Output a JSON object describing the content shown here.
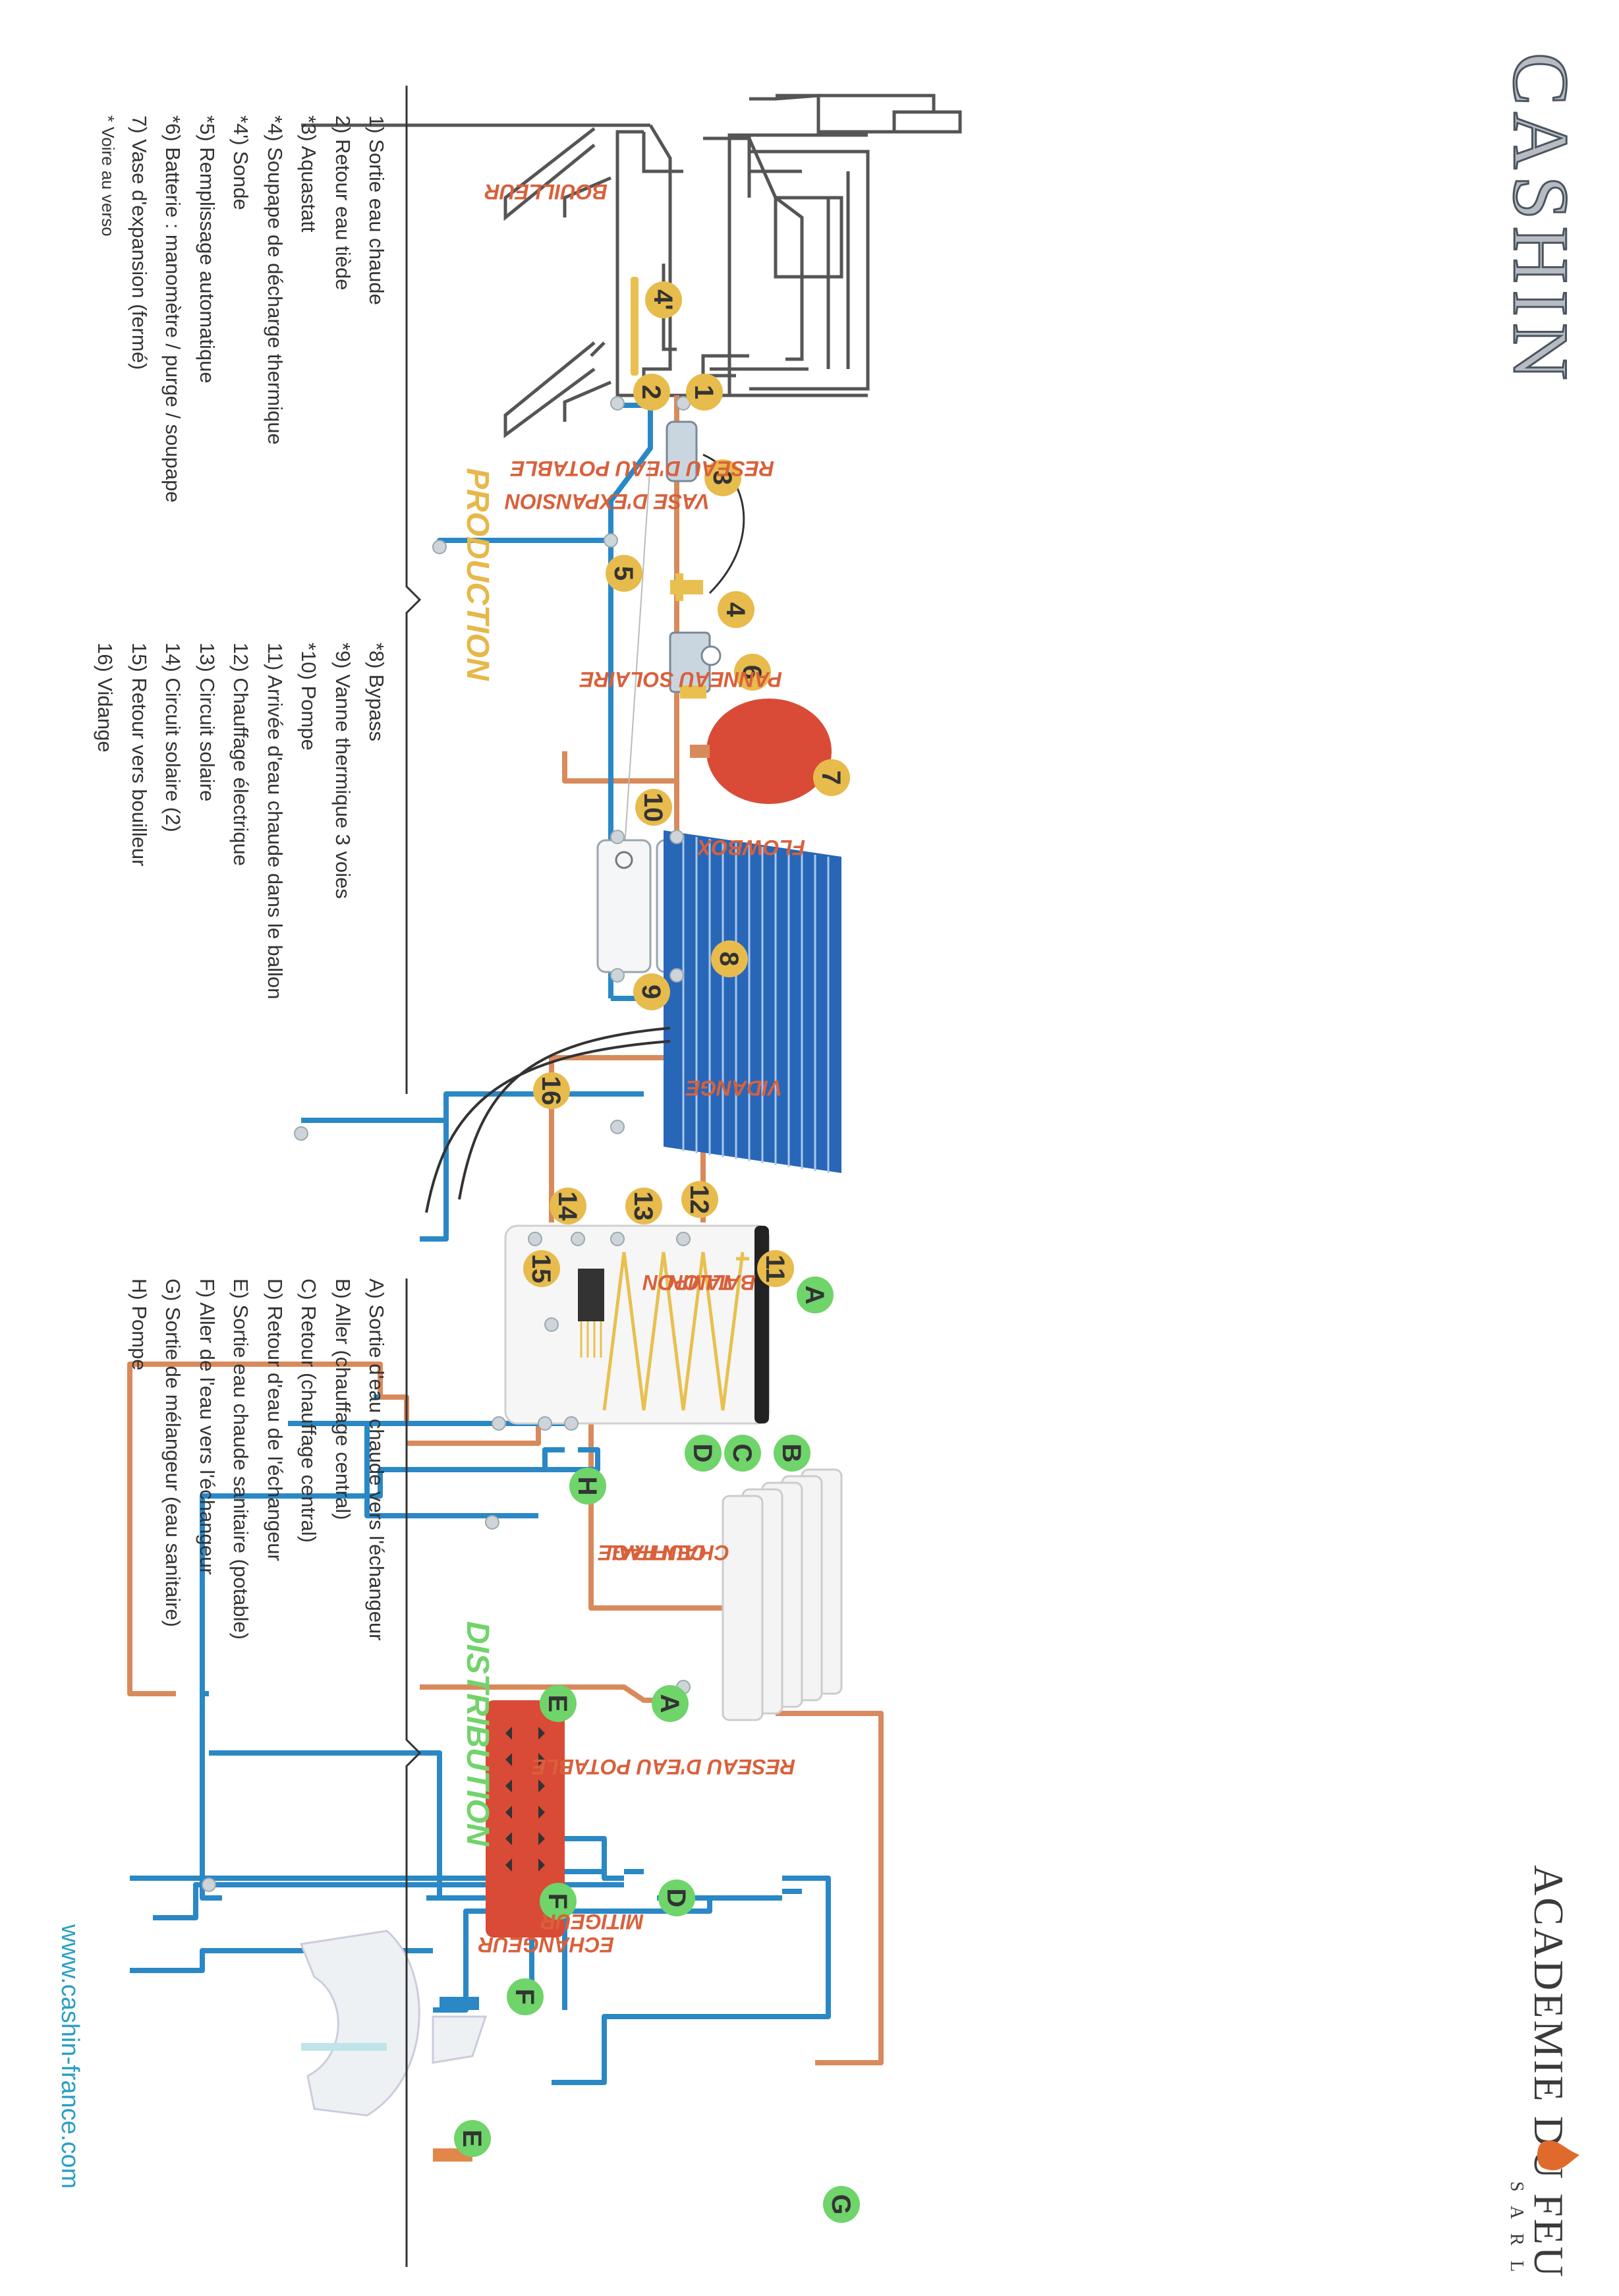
{
  "brand": {
    "name": "CASHIN",
    "academie": "ACADEMIE DU FEU",
    "academie_suffix": "S A R L",
    "website": "www.cashin-france.com"
  },
  "sections": {
    "production": "PRODUCTION",
    "distribution": "DISTRIBUTION"
  },
  "diagram_labels": {
    "bouilleur": "BOUILLEUR",
    "vase_expansion": "VASE D'EXPANSION",
    "panneau_solaire": "PANNEAU SOLAIRE",
    "reseau_eau_potable_1": "RESEAU D'EAU POTABLE",
    "flowbox": "FLOWBOX",
    "vidange": "VIDANGE",
    "ballon_line1": "BALLON",
    "ballon_line2": "TAMPON",
    "chauffage_line1": "CHAUFFAGE",
    "chauffage_line2": "CENTRAL",
    "echangeur": "ECHANGEUR",
    "mitigeur": "MITIGEUR",
    "reseau_eau_potable_2": "RESEAU D'EAU POTABLE"
  },
  "badges": {
    "b1": "1",
    "b2": "2",
    "b3": "3",
    "b4": "4",
    "b4p": "4'",
    "b5": "5",
    "b6": "6",
    "b7": "7",
    "b8": "8",
    "b9": "9",
    "b10": "10",
    "b11": "11",
    "b12": "12",
    "b13": "13",
    "b14": "14",
    "b15": "15",
    "b16": "16",
    "A1": "A",
    "B": "B",
    "C": "C",
    "D1": "D",
    "H": "H",
    "A2": "A",
    "E1": "E",
    "F1": "F",
    "D2": "D",
    "F2": "F",
    "E2": "E",
    "G": "G"
  },
  "legend_production_a": [
    "1) Sortie eau chaude",
    "2) Retour eau tiède",
    "*3) Aquastatt",
    "*4) Soupape de décharge thermique",
    "*4') Sonde",
    "*5) Remplissage automatique",
    "*6) Batterie : manomètre / purge / soupape",
    "7) Vase d'expansion (fermé)",
    "",
    "* Voire au verso"
  ],
  "legend_production_b": [
    "*8) Bypass",
    "*9) Vanne thermique 3 voies",
    "*10) Pompe",
    "11) Arrivée d'eau chaude dans le ballon",
    "12) Chauffage électrique",
    "13) Circuit solaire",
    "14) Circuit solaire (2)",
    "15) Retour vers bouilleur",
    "16) Vidange"
  ],
  "legend_distribution": [
    "A) Sortie d'eau chaude vers l'échangeur",
    "B) Aller (chauffage central)",
    "C) Retour (chauffage central)",
    "D) Retour d'eau de l'échangeur",
    "E) Sortie eau chaude sanitaire (potable)",
    "F) Aller de l'eau vers l'échangeur",
    "G) Sortie de mélangeur (eau sanitaire)",
    "H) Pompe"
  ],
  "colors": {
    "hot": "#d98a5c",
    "cold": "#2a88c6",
    "badge_num": "#e7bb4c",
    "badge_letter": "#6fd46a",
    "label": "#d9603b",
    "production": "#e6b84a",
    "distribution": "#72d36b",
    "website": "#2a9fc3"
  }
}
